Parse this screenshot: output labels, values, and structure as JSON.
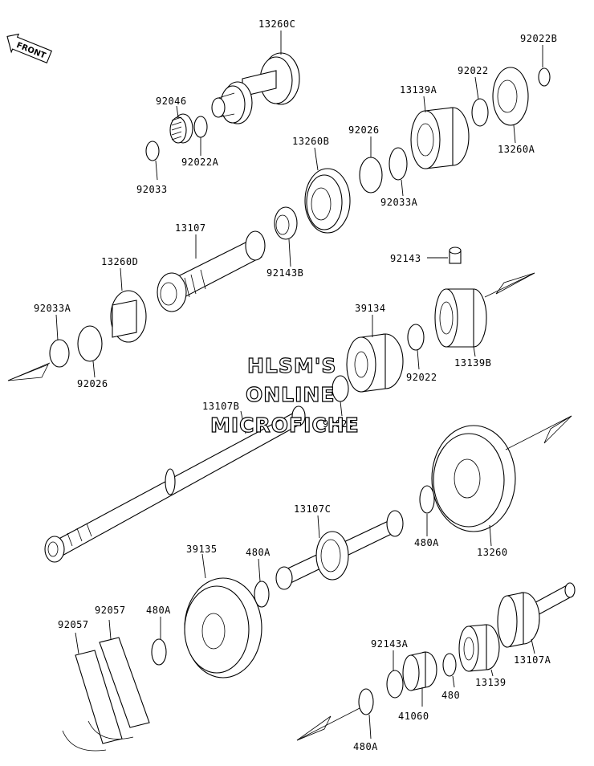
{
  "front_label": "FRONT",
  "watermark": [
    "HLSM'S",
    "ONLINE",
    "MICROFICHE"
  ],
  "labels": {
    "p13260C": "13260C",
    "p92022B": "92022B",
    "p92022_top": "92022",
    "p92046": "92046",
    "p13139A": "13139A",
    "p92022A": "92022A",
    "p13260A": "13260A",
    "p92033": "92033",
    "p92026_top": "92026",
    "p13260B": "13260B",
    "p92033A_top": "92033A",
    "p13107": "13107",
    "p92143B": "92143B",
    "p92143": "92143",
    "p13260D": "13260D",
    "p92033A_left": "92033A",
    "p39134": "39134",
    "p13139B": "13139B",
    "p92026_left": "92026",
    "p92022_mid": "92022",
    "p13107B": "13107B",
    "p92022_center": "92022",
    "p13107C": "13107C",
    "p480A_right": "480A",
    "p13260": "13260",
    "p39135": "39135",
    "p480A_mid": "480A",
    "p92057_a": "92057",
    "p92057_b": "92057",
    "p480A_left": "480A",
    "p92143A": "92143A",
    "p13107A": "13107A",
    "p13139": "13139",
    "p480": "480",
    "p41060": "41060",
    "p480A_bottom": "480A"
  }
}
